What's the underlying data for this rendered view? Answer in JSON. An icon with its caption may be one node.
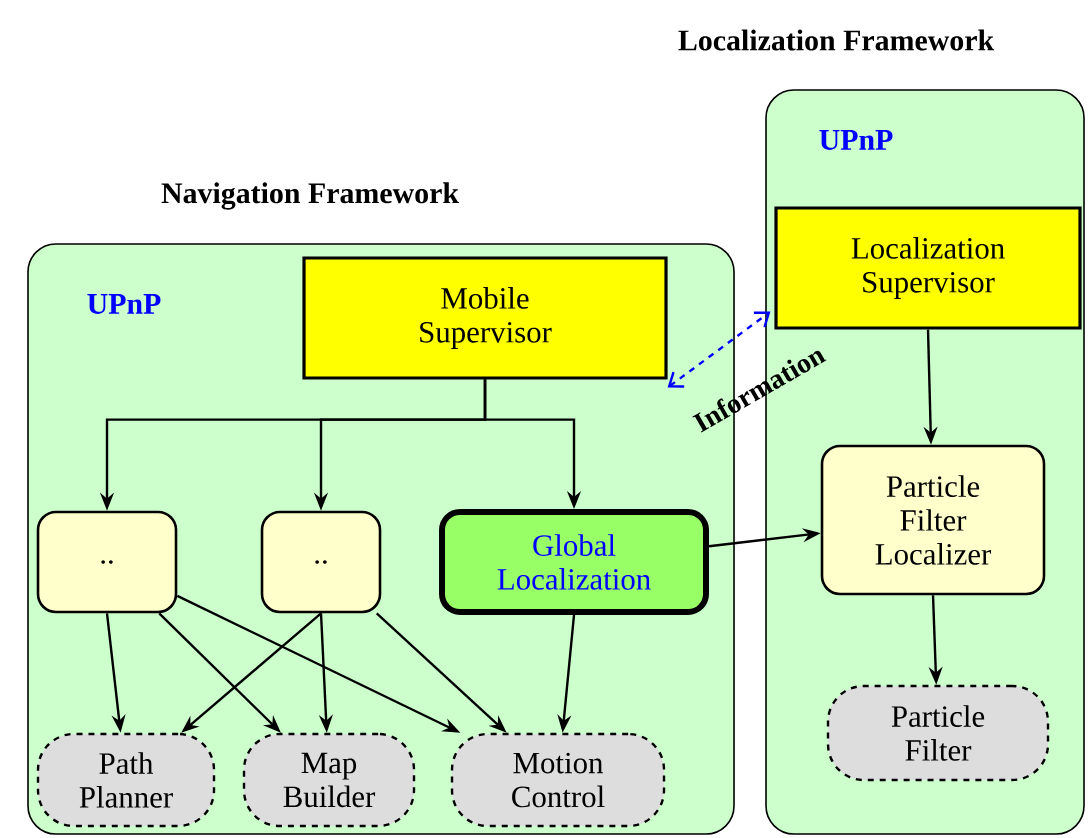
{
  "diagram": {
    "nodes": [
      {
        "text": [
          "Navigation Framework",
          "UPnP"
        ]
      },
      {
        "text": [
          "Localization Framework",
          "UPnP"
        ]
      },
      {
        "text": [
          "Mobile Supervisor"
        ],
        "in": 0
      },
      {
        "text": [
          ".."
        ],
        "in": 0
      },
      {
        "text": [
          ".."
        ],
        "in": 0
      },
      {
        "text": [
          "Global Localization"
        ],
        "in": 0
      },
      {
        "text": [
          "Path Planner"
        ],
        "in": 0
      },
      {
        "text": [
          "Map Builder"
        ],
        "in": 0
      },
      {
        "text": [
          "Motion Control"
        ],
        "in": 0
      },
      {
        "text": [
          "Localization Supervisor"
        ],
        "in": 1
      },
      {
        "text": [
          "Particle Filter Localizer"
        ],
        "in": 1
      },
      {
        "text": [
          "Particle Filter"
        ],
        "in": 1
      }
    ],
    "edges": [
      {
        "from": 2,
        "to": 3,
        "arrow": "to"
      },
      {
        "from": 2,
        "to": 4,
        "arrow": "to"
      },
      {
        "from": 2,
        "to": 5,
        "arrow": "to"
      },
      {
        "from": 2,
        "to": 9,
        "arrow": "both",
        "label": "Information",
        "style": "dashed",
        "color": "#0000ff"
      },
      {
        "from": 9,
        "to": 10,
        "arrow": "to"
      },
      {
        "from": 5,
        "to": 10,
        "arrow": "to"
      },
      {
        "from": 10,
        "to": 11,
        "arrow": "to"
      },
      {
        "from": 3,
        "to": 6,
        "arrow": "to"
      },
      {
        "from": 3,
        "to": 7,
        "arrow": "to"
      },
      {
        "from": 3,
        "to": 8,
        "arrow": "to"
      },
      {
        "from": 4,
        "to": 6,
        "arrow": "to"
      },
      {
        "from": 4,
        "to": 7,
        "arrow": "to"
      },
      {
        "from": 4,
        "to": 8,
        "arrow": "to"
      },
      {
        "from": 5,
        "to": 8,
        "arrow": "to"
      }
    ]
  }
}
